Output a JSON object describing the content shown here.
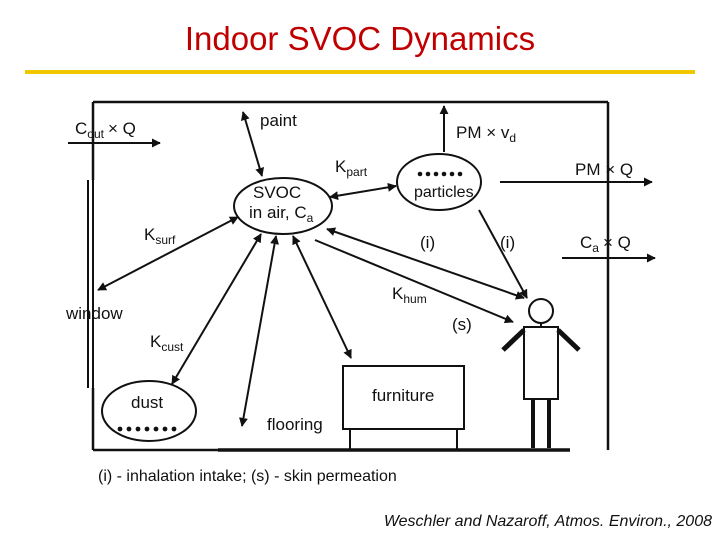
{
  "title": "Indoor SVOC Dynamics",
  "labels": {
    "cout": "C",
    "cout_sub": "out",
    "cout_q": "× Q",
    "paint": "paint",
    "svoc_line1": "SVOC",
    "svoc_line2": "in air, C",
    "svoc_sub": "a",
    "kpart": "K",
    "kpart_sub": "part",
    "particles": "particles",
    "pm_vd": "PM × v",
    "pm_vd_sub": "d",
    "pm_q": "PM × Q",
    "ca_q": "C",
    "ca_q_sub": "a",
    "ca_q_rest": "× Q",
    "ksurf": "K",
    "ksurf_sub": "surf",
    "window": "window",
    "kcust": "K",
    "kcust_sub": "cust",
    "khum": "K",
    "khum_sub": "hum",
    "i1": "(i)",
    "i2": "(i)",
    "s": "(s)",
    "dust": "dust",
    "furniture": "furniture",
    "flooring": "flooring"
  },
  "legend": "(i) - inhalation intake; (s) - skin permeation",
  "citation": "Weschler and Nazaroff, Atmos. Environ., 2008"
}
